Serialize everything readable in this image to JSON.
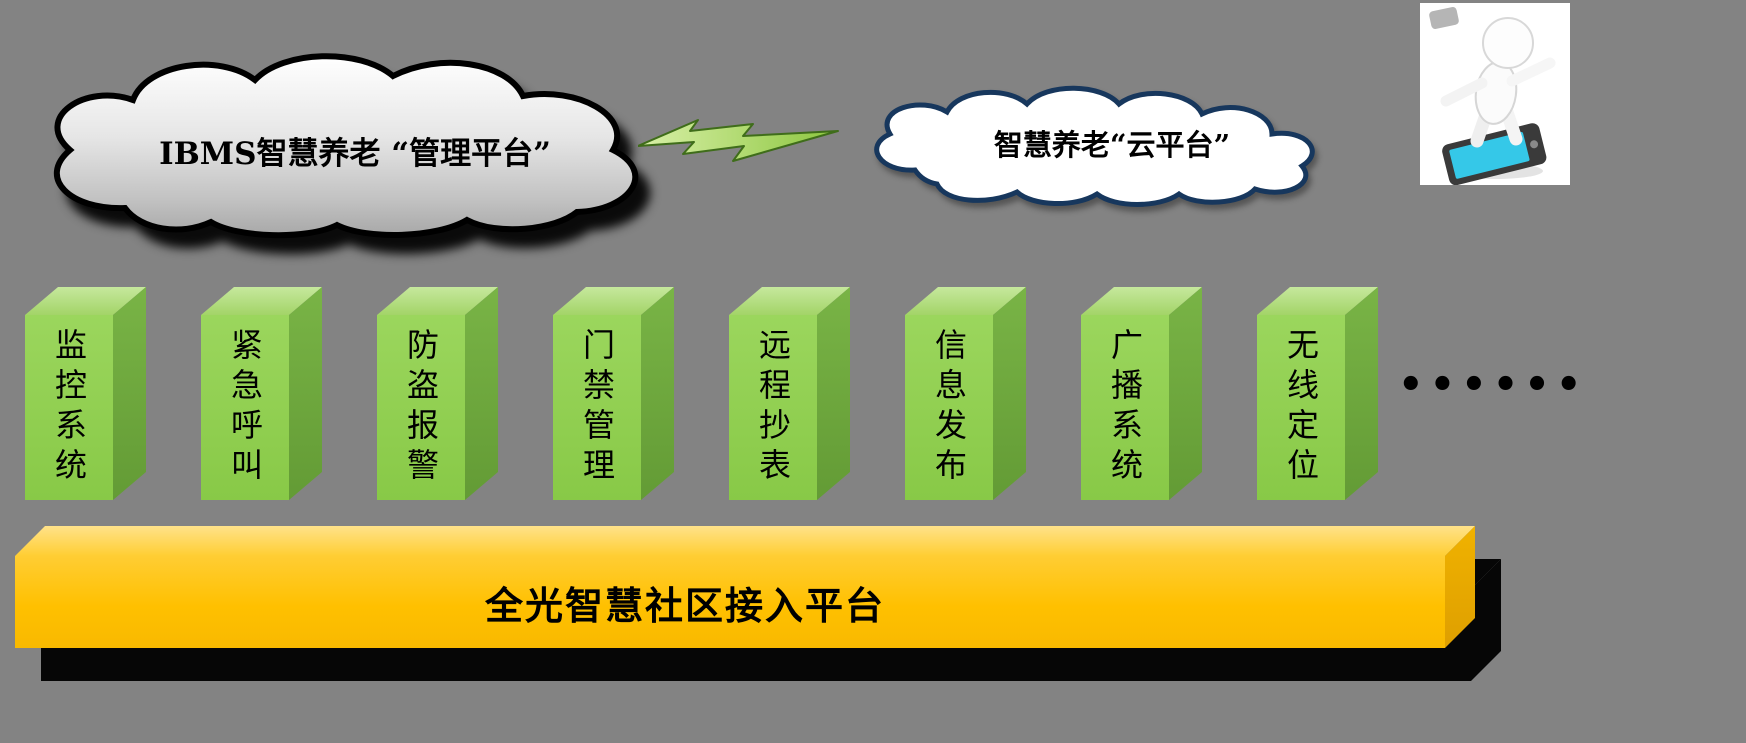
{
  "clouds": {
    "management_label": "IBMS智慧养老 “管理平台”",
    "cloud_platform_label": "智慧养老“云平台”"
  },
  "modules": [
    {
      "label": "监控系统"
    },
    {
      "label": "紧急呼叫"
    },
    {
      "label": "防盗报警"
    },
    {
      "label": "门禁管理"
    },
    {
      "label": "远程抄表"
    },
    {
      "label": "信息发布"
    },
    {
      "label": "广播系统"
    },
    {
      "label": "无线定位"
    }
  ],
  "ellipsis": "••••••",
  "platform_bar": {
    "label": "全光智慧社区接入平台"
  },
  "colors": {
    "background_gray": "#838383",
    "module_green_front": "#92D050",
    "module_green_top": "#B5DF85",
    "module_green_side": "#6FAE3E",
    "bar_yellow": "#FFC000",
    "bar_yellow_side": "#E8A800",
    "cloud_silver": "#D9D9D9",
    "cloud_outline_navy": "#17375D",
    "bolt_green": "#8CC63F",
    "text_black": "#000000"
  }
}
